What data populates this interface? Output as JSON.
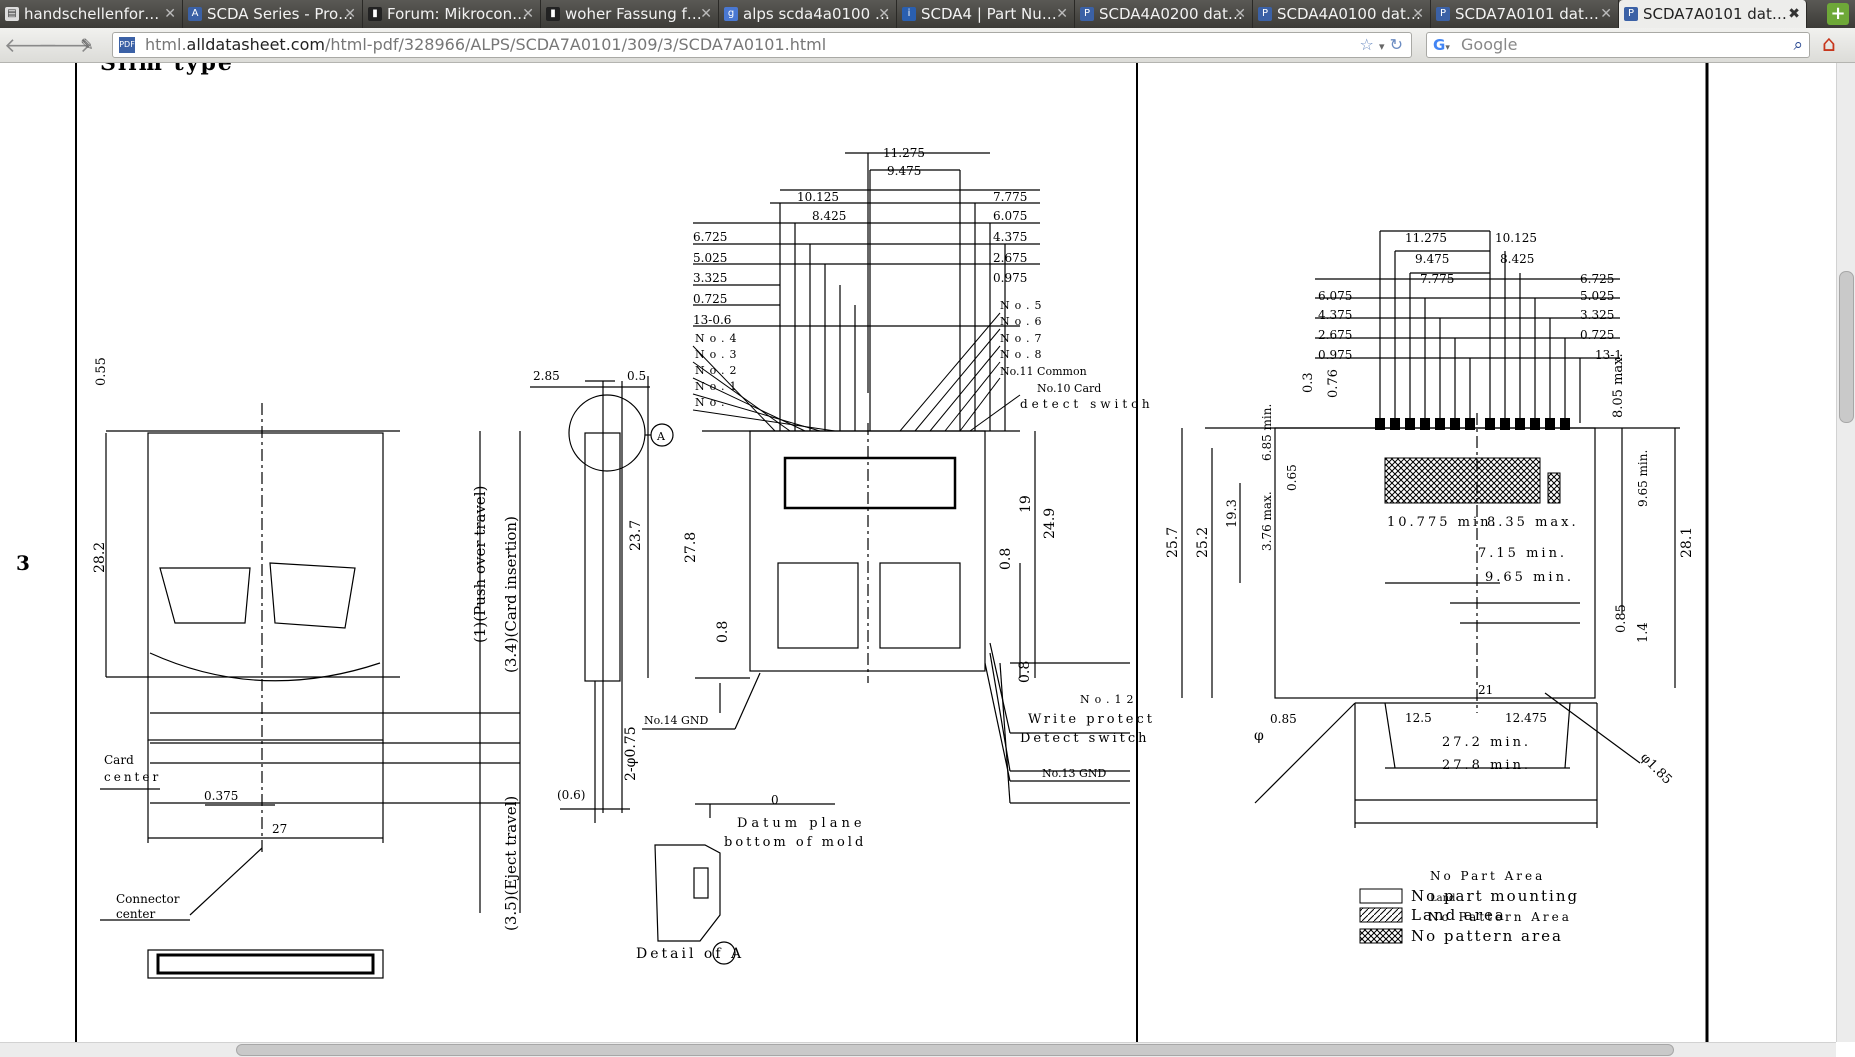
{
  "tabs": [
    {
      "label": "handschellenfor…",
      "icon": "page-icon"
    },
    {
      "label": "SCDA Series - Pro…",
      "icon": "alps-logo-icon"
    },
    {
      "label": "Forum: Mikrocon…",
      "icon": "forum-icon"
    },
    {
      "label": "woher Fassung f…",
      "icon": "forum-icon"
    },
    {
      "label": "alps scda4a0100 …",
      "icon": "google-icon"
    },
    {
      "label": "SCDA4 | Part Nu…",
      "icon": "info-icon"
    },
    {
      "label": "SCDA4A0200 dat…",
      "icon": "pdf-icon"
    },
    {
      "label": "SCDA4A0100 dat…",
      "icon": "pdf-icon"
    },
    {
      "label": "SCDA7A0101 dat…",
      "icon": "pdf-icon"
    },
    {
      "label": "SCDA7A0101 dat…",
      "icon": "pdf-icon"
    }
  ],
  "address": {
    "prefix": "html.",
    "host": "alldatasheet.com",
    "path": "/html-pdf/328966/ALPS/SCDA7A0101/309/3/SCDA7A0101.html"
  },
  "search": {
    "placeholder": "Google"
  },
  "document": {
    "page_number": "3",
    "heading": "Slim type",
    "left_view": {
      "dims": [
        "0.55",
        "28.2",
        "(1)(Push over travel)",
        "(3.4)(Card insertion)",
        "(3.5)(Eject travel)",
        "Card",
        "center",
        "0.375",
        "27",
        "Connector",
        "center"
      ]
    },
    "side_view": {
      "dims": [
        "2.85",
        "0.5",
        "A",
        "23.7",
        "2-φ0.75",
        "(0.6)",
        "0",
        "Datum plane",
        "bottom of mold",
        "Detail of A"
      ]
    },
    "top_view": {
      "left_dims": [
        "10.125",
        "8.425",
        "6.725",
        "5.025",
        "3.325",
        "0.725",
        "13-0.6"
      ],
      "top_dims": [
        "11.275",
        "9.475"
      ],
      "right_dims": [
        "7.775",
        "6.075",
        "4.375",
        "2.675",
        "0.975"
      ],
      "pins_left": [
        "No.4",
        "No.3",
        "No.2",
        "No.1",
        "No."
      ],
      "pins_right": [
        "No.5",
        "No.6",
        "No.7",
        "No.8",
        "No.11 Common"
      ],
      "labels": [
        "No.10 Card",
        "detect switch",
        "27.8",
        "0.8",
        "19",
        "24.9",
        "0.8",
        "0.8",
        "No.14 GND",
        "No.12",
        "Write protect",
        "Detect switch",
        "No.13 GND"
      ]
    },
    "land_pattern": {
      "left_dims": [
        "11.275",
        "9.475",
        "7.775",
        "6.075",
        "4.375",
        "2.675",
        "0.975"
      ],
      "right_dims": [
        "10.125",
        "8.425",
        "6.725",
        "5.025",
        "3.325",
        "0.725",
        "13-1"
      ],
      "vdims": [
        "0.3",
        "0.76",
        "8.05 max.",
        "25.7",
        "25.2",
        "19.3",
        "3.76 max.",
        "6.85 min.",
        "0.65",
        "9.65 min.",
        "28.1",
        "0.85",
        "1.4"
      ],
      "hdims": [
        "10.775 min.",
        "8.35 max.",
        "7.15 min.",
        "9.65 min.",
        "21",
        "12.5",
        "12.475",
        "27.2 min.",
        "27.8 min."
      ],
      "misc": [
        "φ",
        "0.85",
        "φ1.85"
      ]
    },
    "legend": {
      "title": "No Part Area",
      "items": [
        {
          "label": "No part mounting",
          "pattern": "none"
        },
        {
          "label": "Land area",
          "pattern": "hatch"
        },
        {
          "label": "No pattern area",
          "pattern": "crosshatch"
        }
      ],
      "overlap_1": "Land",
      "overlap_2": "No Pattern Area"
    }
  }
}
